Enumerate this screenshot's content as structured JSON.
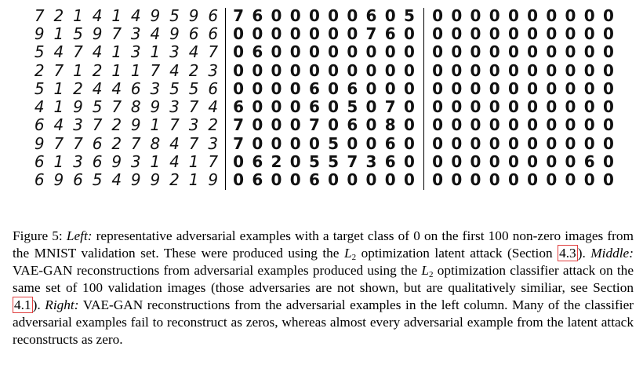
{
  "panels": [
    {
      "id": "left",
      "rows": [
        [
          "7",
          "2",
          "1",
          "4",
          "1",
          "4",
          "9",
          "5",
          "9",
          "6"
        ],
        [
          "9",
          "1",
          "5",
          "9",
          "7",
          "3",
          "4",
          "9",
          "6",
          "6"
        ],
        [
          "5",
          "4",
          "7",
          "4",
          "1",
          "3",
          "1",
          "3",
          "4",
          "7"
        ],
        [
          "2",
          "7",
          "1",
          "2",
          "1",
          "1",
          "7",
          "4",
          "2",
          "3"
        ],
        [
          "5",
          "1",
          "2",
          "4",
          "4",
          "6",
          "3",
          "5",
          "5",
          "6"
        ],
        [
          "4",
          "1",
          "9",
          "5",
          "7",
          "8",
          "9",
          "3",
          "7",
          "4"
        ],
        [
          "6",
          "4",
          "3",
          "7",
          "2",
          "9",
          "1",
          "7",
          "3",
          "2"
        ],
        [
          "9",
          "7",
          "7",
          "6",
          "2",
          "7",
          "8",
          "4",
          "7",
          "3"
        ],
        [
          "6",
          "1",
          "3",
          "6",
          "9",
          "3",
          "1",
          "4",
          "1",
          "7"
        ],
        [
          "6",
          "9",
          "6",
          "5",
          "4",
          "9",
          "9",
          "2",
          "1",
          "9"
        ]
      ]
    },
    {
      "id": "middle",
      "rows": [
        [
          "7",
          "6",
          "0",
          "0",
          "0",
          "0",
          "0",
          "6",
          "0",
          "5"
        ],
        [
          "0",
          "0",
          "0",
          "0",
          "0",
          "0",
          "0",
          "7",
          "6",
          "0"
        ],
        [
          "0",
          "6",
          "0",
          "0",
          "0",
          "0",
          "0",
          "0",
          "0",
          "0"
        ],
        [
          "0",
          "0",
          "0",
          "0",
          "0",
          "0",
          "0",
          "0",
          "0",
          "0"
        ],
        [
          "0",
          "0",
          "0",
          "0",
          "6",
          "0",
          "6",
          "0",
          "0",
          "0"
        ],
        [
          "6",
          "0",
          "0",
          "0",
          "6",
          "0",
          "5",
          "0",
          "7",
          "0"
        ],
        [
          "7",
          "0",
          "0",
          "0",
          "7",
          "0",
          "6",
          "0",
          "8",
          "0"
        ],
        [
          "7",
          "0",
          "0",
          "0",
          "0",
          "5",
          "0",
          "0",
          "6",
          "0"
        ],
        [
          "0",
          "6",
          "2",
          "0",
          "5",
          "5",
          "7",
          "3",
          "6",
          "0"
        ],
        [
          "0",
          "6",
          "0",
          "0",
          "6",
          "0",
          "0",
          "0",
          "0",
          "0"
        ]
      ]
    },
    {
      "id": "right",
      "rows": [
        [
          "0",
          "0",
          "0",
          "0",
          "0",
          "0",
          "0",
          "0",
          "0",
          "0"
        ],
        [
          "0",
          "0",
          "0",
          "0",
          "0",
          "0",
          "0",
          "0",
          "0",
          "0"
        ],
        [
          "0",
          "0",
          "0",
          "0",
          "0",
          "0",
          "0",
          "0",
          "0",
          "0"
        ],
        [
          "0",
          "0",
          "0",
          "0",
          "0",
          "0",
          "0",
          "0",
          "0",
          "0"
        ],
        [
          "0",
          "0",
          "0",
          "0",
          "0",
          "0",
          "0",
          "0",
          "0",
          "0"
        ],
        [
          "0",
          "0",
          "0",
          "0",
          "0",
          "0",
          "0",
          "0",
          "0",
          "0"
        ],
        [
          "0",
          "0",
          "0",
          "0",
          "0",
          "0",
          "0",
          "0",
          "0",
          "0"
        ],
        [
          "0",
          "0",
          "0",
          "0",
          "0",
          "0",
          "0",
          "0",
          "0",
          "0"
        ],
        [
          "0",
          "0",
          "0",
          "0",
          "0",
          "0",
          "0",
          "0",
          "6",
          "0"
        ],
        [
          "0",
          "0",
          "0",
          "0",
          "0",
          "0",
          "0",
          "0",
          "0",
          "0"
        ]
      ]
    }
  ],
  "caption": {
    "prefix": "Figure 5: ",
    "left_label": "Left:",
    "text1": " representative adversarial examples with a target class of 0 on the first 100 non-zero images from the MNIST validation set. These were produced using the ",
    "math1_base": "L",
    "math1_sub": "2",
    "text2": " optimization latent attack (Section ",
    "ref1": "4.3",
    "text3": "). ",
    "middle_label": "Middle:",
    "text4": " VAE-GAN reconstructions from adversarial examples produced using the ",
    "math2_base": "L",
    "math2_sub": "2",
    "text5": " optimization classifier attack on the same set of 100 validation images (those adversaries are not shown, but are qualitatively similiar, see Section ",
    "ref2": "4.1",
    "text6": "). ",
    "right_label": "Right:",
    "text7": " VAE-GAN reconstructions from the adversarial examples in the left column. Many of the classifier adversarial examples fail to reconstruct as zeros, whereas almost every adversarial example from the latent attack reconstructs as zero."
  }
}
